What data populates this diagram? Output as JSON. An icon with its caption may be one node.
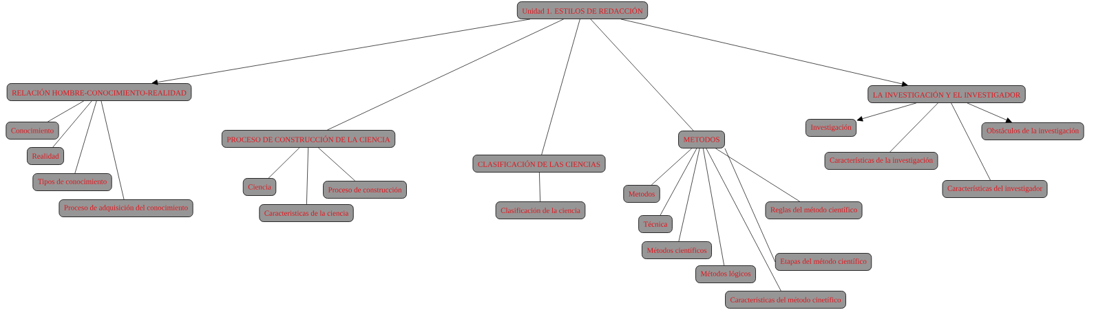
{
  "diagram": {
    "nodes": [
      {
        "text": [
          "Unidad 1. ESTILOS DE REDACCIÓN"
        ]
      },
      {
        "text": [
          "RELACIÓN HOMBRE-CONOCIMIENTO-REALIDAD"
        ]
      },
      {
        "text": [
          "Conocimiento"
        ]
      },
      {
        "text": [
          "Realidad"
        ]
      },
      {
        "text": [
          "Tipos de conocimiento"
        ]
      },
      {
        "text": [
          "Proceso de adquisición del conocimiento"
        ]
      },
      {
        "text": [
          "PROCESO DE CONSTRUCCIÓN DE LA CIENCIA"
        ]
      },
      {
        "text": [
          "Ciencia"
        ]
      },
      {
        "text": [
          "Proceso de construcción"
        ]
      },
      {
        "text": [
          "Caracteristicas de la ciencia"
        ]
      },
      {
        "text": [
          "CLASIFICACIÓN DE LAS CIENCIAS"
        ]
      },
      {
        "text": [
          "Clasificación de la ciencia"
        ]
      },
      {
        "text": [
          "METODOS"
        ]
      },
      {
        "text": [
          "Metodos"
        ]
      },
      {
        "text": [
          "Técnica"
        ]
      },
      {
        "text": [
          "Métodos científicos"
        ]
      },
      {
        "text": [
          "Métodos lógicos"
        ]
      },
      {
        "text": [
          "Características del método cinetífico"
        ]
      },
      {
        "text": [
          "Reglas del método científico"
        ]
      },
      {
        "text": [
          "Etapas del método científico"
        ]
      },
      {
        "text": [
          "LA INVESTIGACIÓN Y EL INVESTIGADOR"
        ]
      },
      {
        "text": [
          "Investigación"
        ]
      },
      {
        "text": [
          "Obstáculos de la investigación"
        ]
      },
      {
        "text": [
          "Características de la investigación"
        ]
      },
      {
        "text": [
          "Características del investigador"
        ]
      }
    ],
    "edges": [
      {
        "from": 0,
        "to": 1,
        "arrow": "to"
      },
      {
        "from": 1,
        "to": 2,
        "arrow": "none"
      },
      {
        "from": 1,
        "to": 3,
        "arrow": "none"
      },
      {
        "from": 1,
        "to": 4,
        "arrow": "none"
      },
      {
        "from": 1,
        "to": 5,
        "arrow": "none"
      },
      {
        "from": 0,
        "to": 6,
        "arrow": "none"
      },
      {
        "from": 6,
        "to": 7,
        "arrow": "none"
      },
      {
        "from": 6,
        "to": 8,
        "arrow": "none"
      },
      {
        "from": 6,
        "to": 9,
        "arrow": "none"
      },
      {
        "from": 0,
        "to": 10,
        "arrow": "none"
      },
      {
        "from": 10,
        "to": 11,
        "arrow": "none"
      },
      {
        "from": 0,
        "to": 12,
        "arrow": "none"
      },
      {
        "from": 12,
        "to": 13,
        "arrow": "none"
      },
      {
        "from": 12,
        "to": 14,
        "arrow": "none"
      },
      {
        "from": 12,
        "to": 15,
        "arrow": "none"
      },
      {
        "from": 12,
        "to": 16,
        "arrow": "none"
      },
      {
        "from": 12,
        "to": 17,
        "arrow": "none"
      },
      {
        "from": 12,
        "to": 18,
        "arrow": "none"
      },
      {
        "from": 12,
        "to": 19,
        "arrow": "none"
      },
      {
        "from": 0,
        "to": 20,
        "arrow": "to"
      },
      {
        "from": 20,
        "to": 21,
        "arrow": "to"
      },
      {
        "from": 20,
        "to": 22,
        "arrow": "to"
      },
      {
        "from": 20,
        "to": 23,
        "arrow": "none"
      },
      {
        "from": 20,
        "to": 24,
        "arrow": "none"
      }
    ]
  }
}
